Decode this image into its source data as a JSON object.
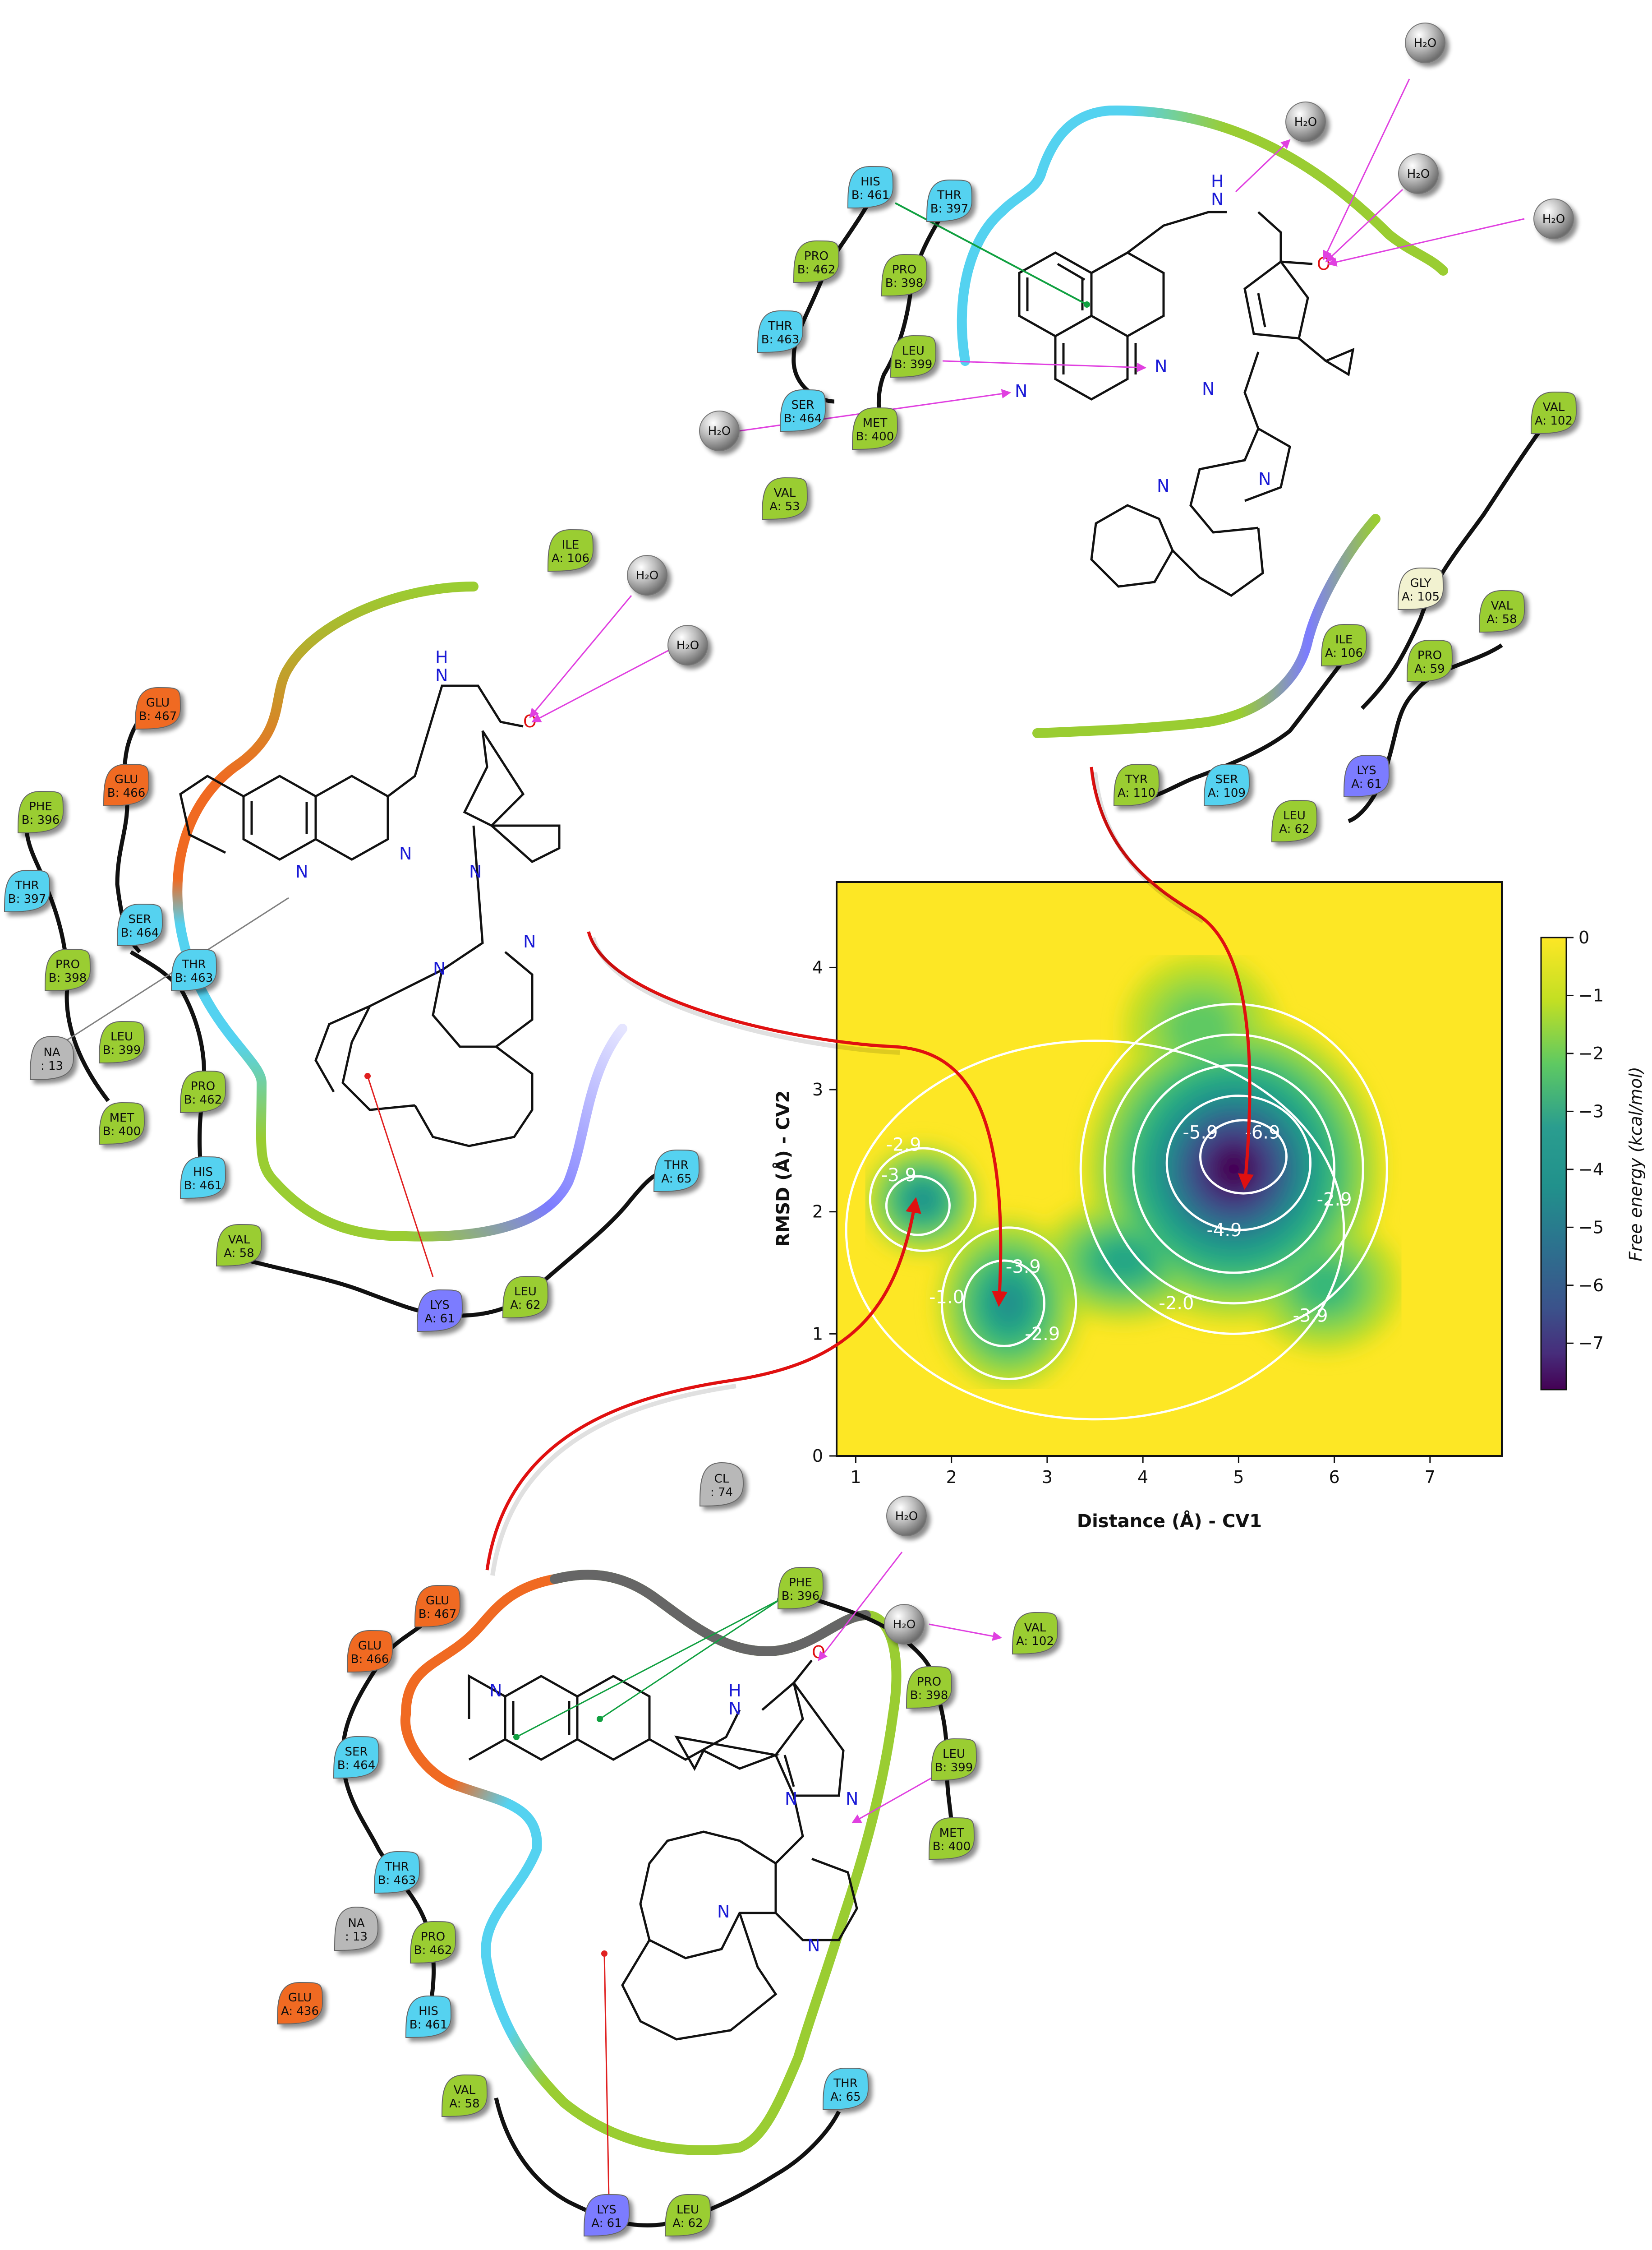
{
  "colors": {
    "hydrophobic": "#9acd32",
    "polar": "#54d2f0",
    "negative": "#f06a22",
    "positive": "#7c7cff",
    "glycine": "#f2f2d0",
    "other": "#a0a0a0",
    "hbond": "#e040e0",
    "pipi": "#10a040",
    "pication": "#e02020",
    "transition": "#e01010"
  },
  "poses": {
    "top": {
      "residues": [
        {
          "name": "HIS",
          "id": "B: 461",
          "type": "polar"
        },
        {
          "name": "THR",
          "id": "B: 397",
          "type": "polar"
        },
        {
          "name": "PRO",
          "id": "B: 462",
          "type": "hydrophobic"
        },
        {
          "name": "PRO",
          "id": "B: 398",
          "type": "hydrophobic"
        },
        {
          "name": "THR",
          "id": "B: 463",
          "type": "polar"
        },
        {
          "name": "LEU",
          "id": "B: 399",
          "type": "hydrophobic"
        },
        {
          "name": "SER",
          "id": "B: 464",
          "type": "polar"
        },
        {
          "name": "MET",
          "id": "B: 400",
          "type": "hydrophobic"
        },
        {
          "name": "VAL",
          "id": "A: 53",
          "type": "hydrophobic"
        },
        {
          "name": "VAL",
          "id": "A: 102",
          "type": "hydrophobic"
        },
        {
          "name": "GLY",
          "id": "A: 105",
          "type": "glycine"
        },
        {
          "name": "VAL",
          "id": "A: 58",
          "type": "hydrophobic"
        },
        {
          "name": "ILE",
          "id": "A: 106",
          "type": "hydrophobic"
        },
        {
          "name": "PRO",
          "id": "A: 59",
          "type": "hydrophobic"
        },
        {
          "name": "TYR",
          "id": "A: 110",
          "type": "hydrophobic"
        },
        {
          "name": "SER",
          "id": "A: 109",
          "type": "polar"
        },
        {
          "name": "LYS",
          "id": "A: 61",
          "type": "positive"
        },
        {
          "name": "LEU",
          "id": "A: 62",
          "type": "hydrophobic"
        }
      ],
      "water": [
        "H₂O",
        "H₂O",
        "H₂O",
        "H₂O",
        "H₂O"
      ]
    },
    "left": {
      "residues": [
        {
          "name": "ILE",
          "id": "A: 106",
          "type": "hydrophobic"
        },
        {
          "name": "GLU",
          "id": "B: 467",
          "type": "negative"
        },
        {
          "name": "GLU",
          "id": "B: 466",
          "type": "negative"
        },
        {
          "name": "PHE",
          "id": "B: 396",
          "type": "hydrophobic"
        },
        {
          "name": "THR",
          "id": "B: 397",
          "type": "polar"
        },
        {
          "name": "SER",
          "id": "B: 464",
          "type": "polar"
        },
        {
          "name": "PRO",
          "id": "B: 398",
          "type": "hydrophobic"
        },
        {
          "name": "THR",
          "id": "B: 463",
          "type": "polar"
        },
        {
          "name": "LEU",
          "id": "B: 399",
          "type": "hydrophobic"
        },
        {
          "name": "PRO",
          "id": "B: 462",
          "type": "hydrophobic"
        },
        {
          "name": "MET",
          "id": "B: 400",
          "type": "hydrophobic"
        },
        {
          "name": "HIS",
          "id": "B: 461",
          "type": "polar"
        },
        {
          "name": "THR",
          "id": "A: 65",
          "type": "polar"
        },
        {
          "name": "VAL",
          "id": "A: 58",
          "type": "hydrophobic"
        },
        {
          "name": "LEU",
          "id": "A: 62",
          "type": "hydrophobic"
        },
        {
          "name": "LYS",
          "id": "A: 61",
          "type": "positive"
        }
      ],
      "ion": {
        "name": "NA",
        "id": ": 13"
      },
      "water": [
        "H₂O",
        "H₂O"
      ]
    },
    "bottom": {
      "residues": [
        {
          "name": "GLU",
          "id": "B: 467",
          "type": "negative"
        },
        {
          "name": "GLU",
          "id": "B: 466",
          "type": "negative"
        },
        {
          "name": "PHE",
          "id": "B: 396",
          "type": "hydrophobic"
        },
        {
          "name": "VAL",
          "id": "A: 102",
          "type": "hydrophobic"
        },
        {
          "name": "PRO",
          "id": "B: 398",
          "type": "hydrophobic"
        },
        {
          "name": "LEU",
          "id": "B: 399",
          "type": "hydrophobic"
        },
        {
          "name": "SER",
          "id": "B: 464",
          "type": "polar"
        },
        {
          "name": "MET",
          "id": "B: 400",
          "type": "hydrophobic"
        },
        {
          "name": "THR",
          "id": "B: 463",
          "type": "polar"
        },
        {
          "name": "PRO",
          "id": "B: 462",
          "type": "hydrophobic"
        },
        {
          "name": "GLU",
          "id": "A: 436",
          "type": "negative"
        },
        {
          "name": "HIS",
          "id": "B: 461",
          "type": "polar"
        },
        {
          "name": "THR",
          "id": "A: 65",
          "type": "polar"
        },
        {
          "name": "VAL",
          "id": "A: 58",
          "type": "hydrophobic"
        },
        {
          "name": "LYS",
          "id": "A: 61",
          "type": "positive"
        },
        {
          "name": "LEU",
          "id": "A: 62",
          "type": "hydrophobic"
        }
      ],
      "ions": [
        {
          "name": "CL",
          "id": ": 74"
        },
        {
          "name": "NA",
          "id": ": 13"
        }
      ],
      "water": [
        "H₂O",
        "H₂O"
      ]
    }
  },
  "atoms": {
    "N": "N",
    "O": "O",
    "H": "H"
  },
  "chart_data": {
    "type": "heatmap",
    "xlabel": "Distance (Å) - CV1",
    "ylabel": "RMSD (Å) - CV2",
    "colorbar_label": "Free energy (kcal/mol)",
    "xlim": [
      0.8,
      7.75
    ],
    "ylim": [
      0,
      4.7
    ],
    "x_ticks": [
      1,
      2,
      3,
      4,
      5,
      6,
      7
    ],
    "y_ticks": [
      0,
      1,
      2,
      3,
      4
    ],
    "colorbar_range": [
      -7.8,
      0
    ],
    "colorbar_ticks": [
      0,
      -1,
      -2,
      -3,
      -4,
      -5,
      -6,
      -7
    ],
    "minima": [
      {
        "x": 5.05,
        "y": 2.45,
        "value": -7.8
      },
      {
        "x": 1.65,
        "y": 2.05,
        "value": -4.4
      },
      {
        "x": 2.55,
        "y": 1.25,
        "value": -4.4
      }
    ],
    "contour_labels": [
      {
        "text": "-6.9",
        "x": 5.25,
        "y": 2.6
      },
      {
        "text": "-5.9",
        "x": 4.6,
        "y": 2.6
      },
      {
        "text": "-4.9",
        "x": 4.85,
        "y": 1.8
      },
      {
        "text": "-2.9",
        "x": 6.0,
        "y": 2.05
      },
      {
        "text": "-2.0",
        "x": 4.35,
        "y": 1.2
      },
      {
        "text": "-3.9",
        "x": 5.75,
        "y": 1.1
      },
      {
        "text": "-2.9",
        "x": 1.5,
        "y": 2.5
      },
      {
        "text": "-3.9",
        "x": 1.45,
        "y": 2.25
      },
      {
        "text": "-3.9",
        "x": 2.75,
        "y": 1.5
      },
      {
        "text": "-2.9",
        "x": 2.95,
        "y": 0.95
      },
      {
        "text": "-1.0",
        "x": 1.95,
        "y": 1.25
      }
    ]
  }
}
